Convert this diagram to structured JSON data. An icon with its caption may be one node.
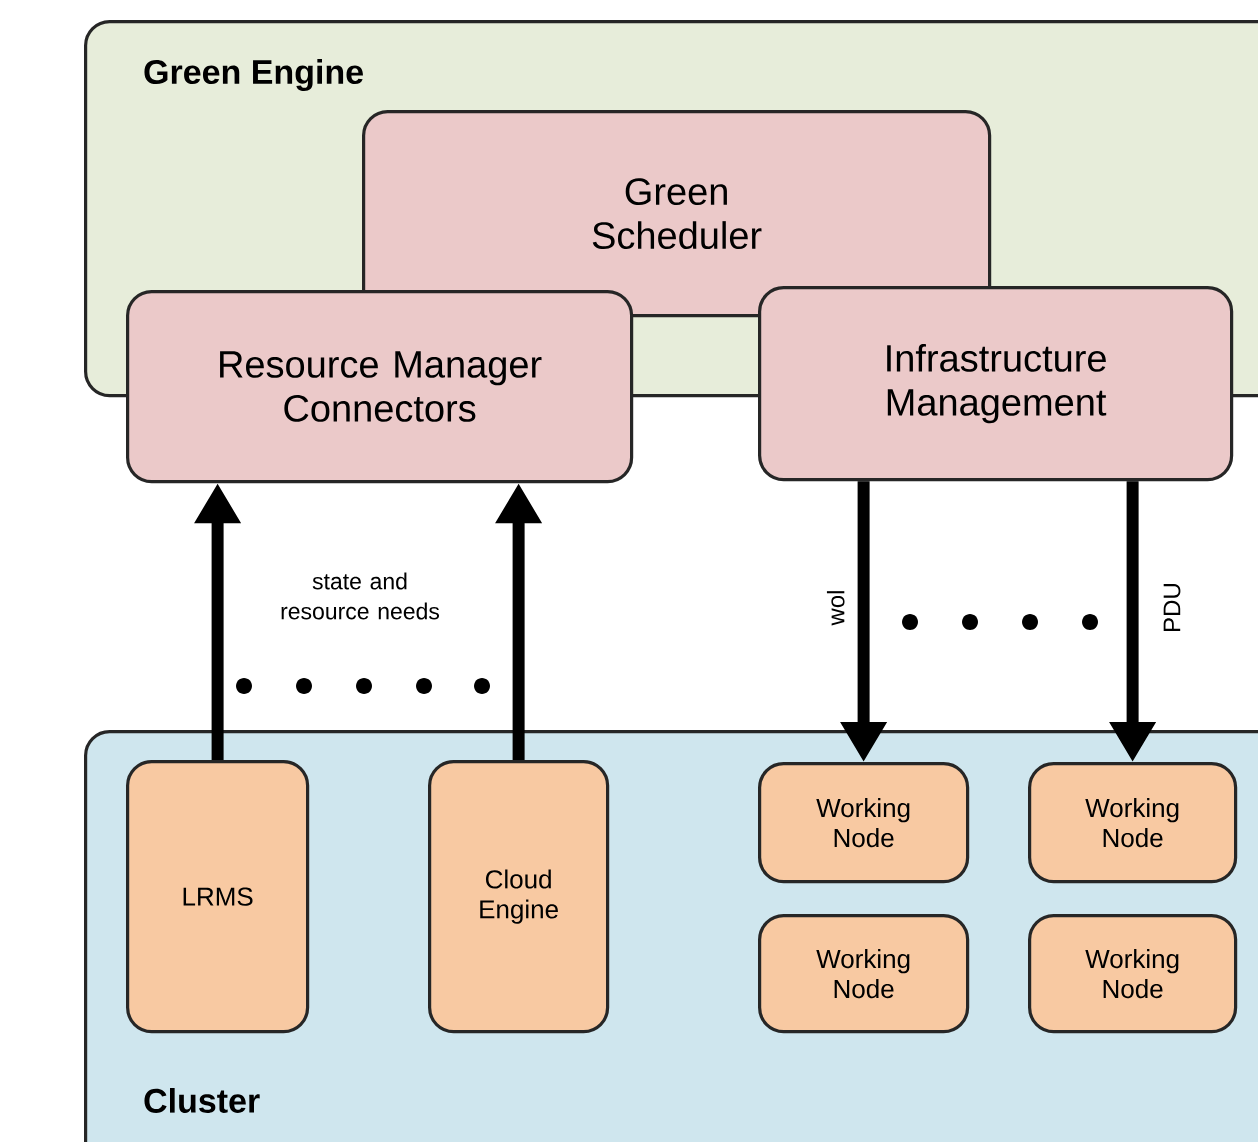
{
  "diagram": {
    "nodes": [
      {
        "text": [
          "Green Engine"
        ]
      },
      {
        "text": [
          "Green Scheduler"
        ],
        "in": 0
      },
      {
        "text": [
          "Resource Manager Connectors"
        ]
      },
      {
        "text": [
          "Infrastructure Management"
        ]
      },
      {
        "text": [
          "Cluster"
        ]
      },
      {
        "text": [
          "LRMS"
        ],
        "in": 4
      },
      {
        "text": [
          "Cloud Engine"
        ],
        "in": 4
      },
      {
        "text": [
          "Working Node"
        ],
        "in": 4
      },
      {
        "text": [
          "Working Node"
        ],
        "in": 4
      },
      {
        "text": [
          "Working Node"
        ],
        "in": 4
      },
      {
        "text": [
          "Working Node"
        ],
        "in": 4
      }
    ],
    "edges": [
      {
        "from": 5,
        "to": 2,
        "arrow": "to"
      },
      {
        "from": 6,
        "to": 2,
        "arrow": "to"
      },
      {
        "from": 3,
        "to": 7,
        "arrow": "to",
        "label": "wol"
      },
      {
        "from": 3,
        "to": 8,
        "arrow": "to",
        "label": "PDU"
      }
    ],
    "labels": [
      "state and resource needs"
    ]
  }
}
